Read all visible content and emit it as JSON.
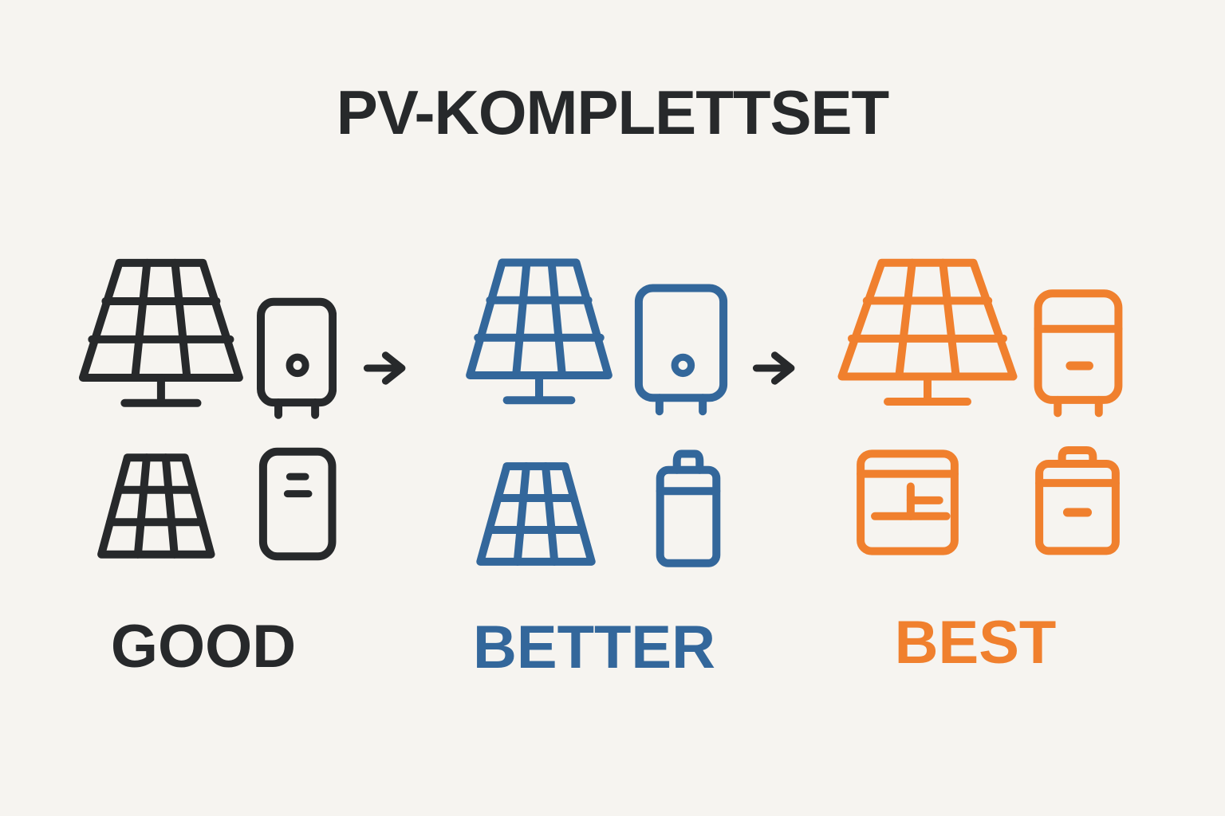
{
  "title": "PV-KOMPLETTSET",
  "colors": {
    "background": "#f6f4f0",
    "title": "#27292b",
    "arrow": "#27292b",
    "good": "#27292b",
    "better": "#33679b",
    "best": "#f0802e"
  },
  "tiers": [
    {
      "label": "GOOD",
      "color": "#27292b",
      "items": [
        "solar-panel-mounted",
        "inverter",
        "solar-panel-module",
        "battery-storage"
      ]
    },
    {
      "label": "BETTER",
      "color": "#33679b",
      "items": [
        "solar-panel-mounted",
        "inverter",
        "solar-panel-module",
        "battery-storage"
      ]
    },
    {
      "label": "BEST",
      "color": "#f0802e",
      "items": [
        "solar-panel-mounted",
        "smart-inverter",
        "energy-manager",
        "battery-storage"
      ]
    }
  ],
  "arrows": [
    {
      "name": "arrow-right"
    },
    {
      "name": "arrow-right"
    }
  ]
}
